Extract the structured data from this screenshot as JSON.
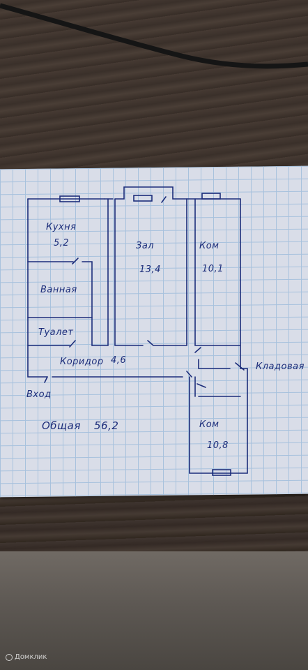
{
  "rooms": {
    "kitchen": {
      "name": "Кухня",
      "area": "5,2"
    },
    "hall": {
      "name": "Зал",
      "area": "13,4"
    },
    "room1": {
      "name": "Ком",
      "area": "10,1"
    },
    "bathroom": {
      "name": "Ванная"
    },
    "toilet": {
      "name": "Туалет"
    },
    "corridor": {
      "name": "Коридор",
      "area": "4,6"
    },
    "storage": {
      "name": "Кладовая"
    },
    "entrance": {
      "name": "Вход"
    },
    "room2": {
      "name": "Ком",
      "area": "10,8"
    }
  },
  "total": {
    "label": "Общая",
    "value": "56,2"
  },
  "watermark": "Домклик",
  "colors": {
    "ink": "#1c2d7a",
    "grid": "#a7c1dd",
    "paper": "#d9dde8"
  }
}
